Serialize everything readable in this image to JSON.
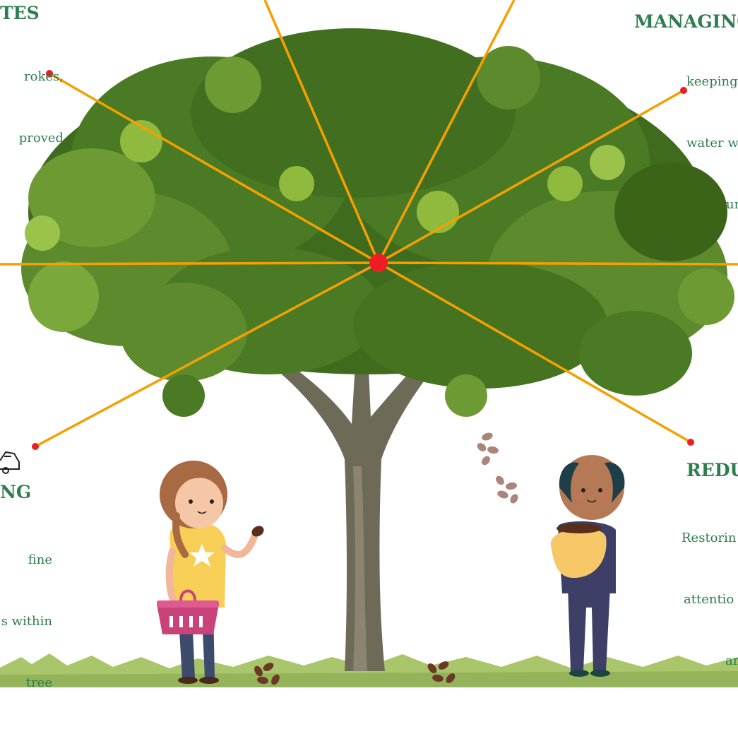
{
  "labels": {
    "top_left": {
      "title": "TES",
      "lines": [
        "rokes,",
        "proved"
      ]
    },
    "top_right": {
      "title": "MANAGING",
      "lines": [
        "keeping",
        "water w",
        "ur"
      ]
    },
    "bottom_left": {
      "title": "NG",
      "lines": [
        "fine",
        "s within",
        "tree"
      ]
    },
    "bottom_right": {
      "title": "REDU",
      "lines": [
        "Restorin",
        "attentio",
        "an"
      ]
    }
  },
  "icons": {
    "car_icon": "car-icon"
  },
  "colors": {
    "ray": "#f5a000",
    "dot": "#ee1c25",
    "label_green": "#2e7d4f",
    "foliage_dark": "#3f6b1f",
    "foliage_mid": "#5c8a2c",
    "foliage_light": "#8fba3e",
    "trunk": "#6e6a58",
    "grass": "#a9c66b"
  }
}
